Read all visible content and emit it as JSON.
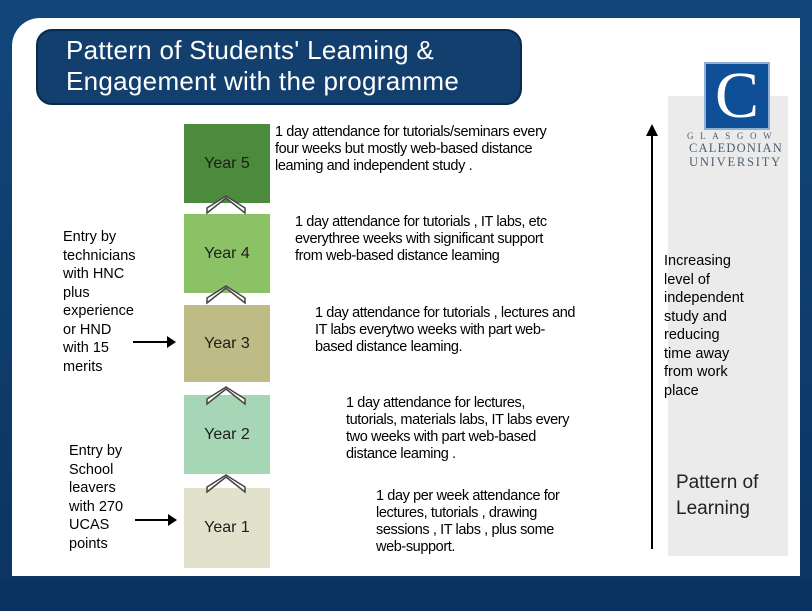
{
  "title": {
    "line1": "Pattern of Students' Leaming &",
    "line2": "Engagement with the programme"
  },
  "logo": {
    "letter": "C",
    "line1": "GLASGOW",
    "line2": "CALEDONIAN",
    "line3": "UNIVERSITY",
    "color": "#0f4f98"
  },
  "years": [
    {
      "label": "Year 5",
      "color": "#4c8a3e",
      "description": "1 day attendance for tutorials/seminars every\nfour weeks but mostly web-based distance\nleaming and independent study ."
    },
    {
      "label": "Year 4",
      "color": "#8cc266",
      "description": "1 day attendance for tutorials , IT labs, etc\neverythree weeks with significant support\nfrom web-based distance leaming"
    },
    {
      "label": "Year 3",
      "color": "#bfbb86",
      "description": "1 day attendance for tutorials , lectures and\nIT labs everytwo weeks with part web-\nbased distance leaming."
    },
    {
      "label": "Year 2",
      "color": "#a6d6b6",
      "description": "1 day attendance for lectures,\ntutorials, materials labs, IT labs every\ntwo weeks with part web-based\ndistance leaming ."
    },
    {
      "label": "Year 1",
      "color": "#e2e1cb",
      "description": "1 day per week attendance for\nlectures, tutorials , drawing\nsessions , IT labs , plus some\nweb-support."
    }
  ],
  "entries": {
    "upper": "Entry by\ntechnicians\nwith HNC\nplus\nexperience\nor HND\nwith 15\nmerits",
    "lower": "Entry by\nSchool\nleavers\nwith 270\nUCAS\npoints"
  },
  "side_note": "Increasing\nlevel of\nindependent\nstudy and\nreducing\ntime away\nfrom work\nplace",
  "pattern_label": "Pattern of\nLearning"
}
